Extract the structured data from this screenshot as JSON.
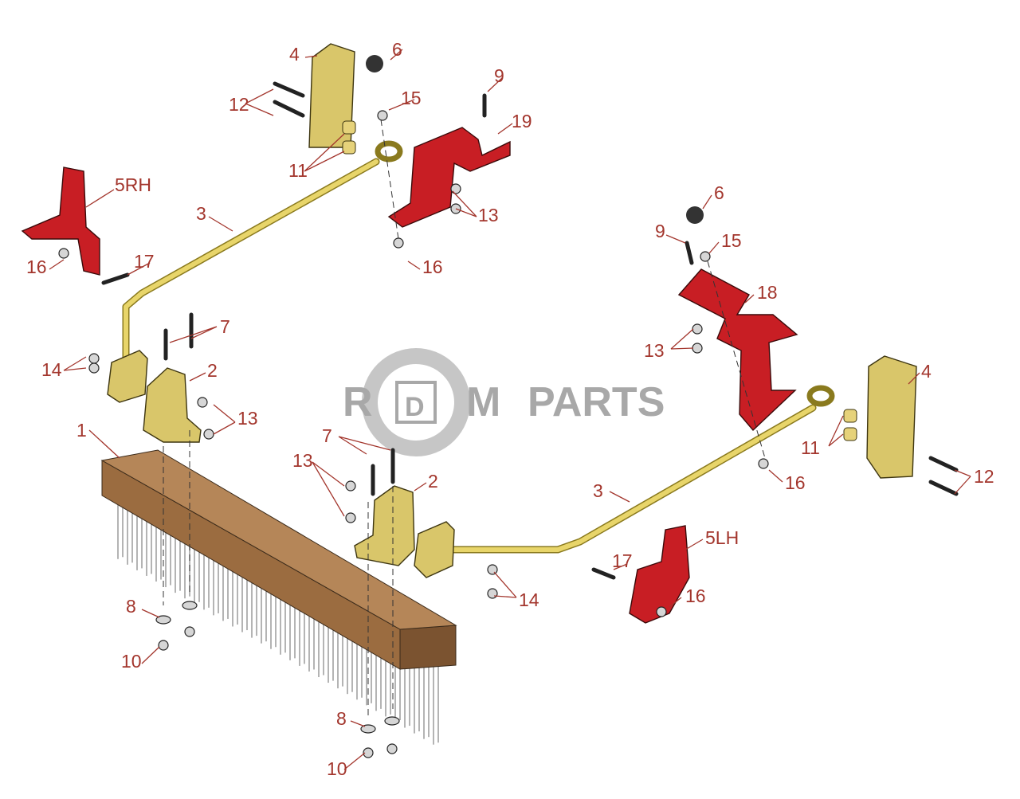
{
  "watermark": {
    "r": "R",
    "d": "D",
    "m": "M",
    "parts": "PARTS"
  },
  "callouts": [
    "4",
    "6",
    "12",
    "15",
    "9",
    "19",
    "11",
    "13",
    "5RH",
    "3",
    "16",
    "17",
    "16",
    "14",
    "7",
    "2",
    "13",
    "1",
    "6",
    "9",
    "15",
    "18",
    "13",
    "4",
    "11",
    "16",
    "12",
    "3",
    "7",
    "13",
    "2",
    "5LH",
    "17",
    "16",
    "14",
    "8",
    "10",
    "8",
    "10"
  ],
  "colors": {
    "label": "#a3362d",
    "bracket": "#c81e24",
    "plate": "#d9c66a",
    "wood": "#a87a4e"
  }
}
